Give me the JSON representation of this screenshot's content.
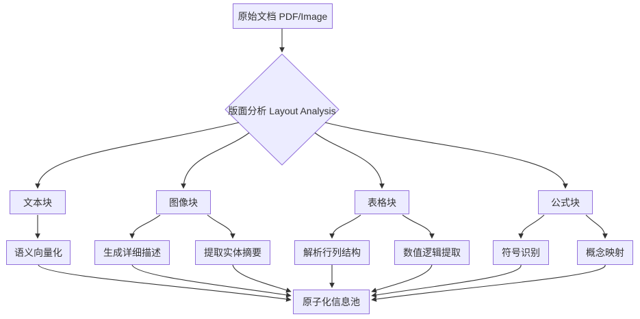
{
  "diagram": {
    "type": "flowchart",
    "direction": "top-down",
    "nodes": {
      "root": "原始文档 PDF/Image",
      "decision": "版面分析 Layout Analysis",
      "text_block": "文本块",
      "image_block": "图像块",
      "table_block": "表格块",
      "formula_block": "公式块",
      "semantic_vectorization": "语义向量化",
      "generate_description": "生成详细描述",
      "extract_entity_summary": "提取实体摘要",
      "parse_row_col": "解析行列结构",
      "numeric_logic": "数值逻辑提取",
      "symbol_recognition": "符号识别",
      "concept_mapping": "概念映射",
      "pool": "原子化信息池"
    },
    "edges": [
      {
        "from": "原始文档 PDF/Image",
        "to": "版面分析 Layout Analysis"
      },
      {
        "from": "版面分析 Layout Analysis",
        "to": "文本块"
      },
      {
        "from": "版面分析 Layout Analysis",
        "to": "图像块"
      },
      {
        "from": "版面分析 Layout Analysis",
        "to": "表格块"
      },
      {
        "from": "版面分析 Layout Analysis",
        "to": "公式块"
      },
      {
        "from": "文本块",
        "to": "语义向量化"
      },
      {
        "from": "图像块",
        "to": "生成详细描述"
      },
      {
        "from": "图像块",
        "to": "提取实体摘要"
      },
      {
        "from": "表格块",
        "to": "解析行列结构"
      },
      {
        "from": "表格块",
        "to": "数值逻辑提取"
      },
      {
        "from": "公式块",
        "to": "符号识别"
      },
      {
        "from": "公式块",
        "to": "概念映射"
      },
      {
        "from": "语义向量化",
        "to": "原子化信息池"
      },
      {
        "from": "生成详细描述",
        "to": "原子化信息池"
      },
      {
        "from": "提取实体摘要",
        "to": "原子化信息池"
      },
      {
        "from": "解析行列结构",
        "to": "原子化信息池"
      },
      {
        "from": "数值逻辑提取",
        "to": "原子化信息池"
      },
      {
        "from": "符号识别",
        "to": "原子化信息池"
      },
      {
        "from": "概念映射",
        "to": "原子化信息池"
      }
    ],
    "colors": {
      "node_fill": "#ECECFF",
      "node_border": "#9370DB",
      "edge": "#333333",
      "text": "#333333",
      "background": "#FFFFFF"
    }
  }
}
